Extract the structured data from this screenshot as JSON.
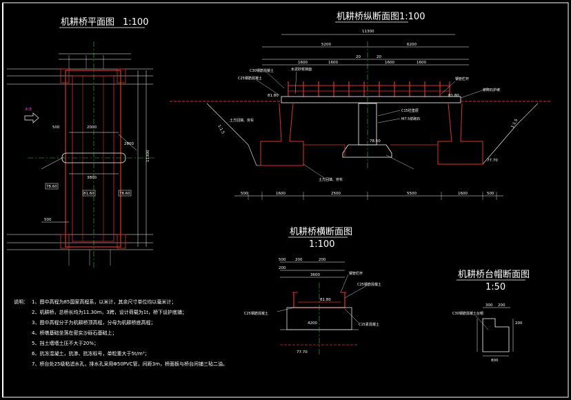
{
  "titles": {
    "plan": "机耕桥平面图",
    "plan_scale": "1:100",
    "longitudinal": "机耕桥纵断面图1:100",
    "cross": "机耕桥横断面图",
    "cross_scale": "1:100",
    "cap": "机耕桥台帽断面图",
    "cap_scale": "1:50"
  },
  "plan": {
    "flow_label": "水流",
    "dims": [
      "500",
      "2000",
      "3800",
      "500",
      "11300",
      "2800"
    ],
    "elevations": [
      "78.60",
      "81.60",
      "78.60"
    ]
  },
  "longitudinal": {
    "dims_top": [
      "11300",
      "5200",
      "6200",
      "1600",
      "1600",
      "1600",
      "1600",
      "20",
      "20"
    ],
    "labels": [
      "C30钢筋混凝土",
      "水泥砂浆抹面",
      "C25钢筋混凝土",
      "钢管栏杆",
      "浆砌石护坡",
      "土方回填、夯实",
      "C15砼垫层",
      "M7.5浆砌石",
      "土方回填、夯实"
    ],
    "elevations": [
      "81.80",
      "81.80",
      "78.50",
      "77.70"
    ],
    "dims_bottom": [
      "500",
      "1600",
      "2500",
      "5500",
      "1600",
      "500"
    ],
    "slope_labels": [
      "1:1.5",
      "1:1.5"
    ]
  },
  "cross": {
    "dims": [
      "500",
      "200",
      "200",
      "200",
      "3600",
      "4200"
    ],
    "labels": [
      "钢管栏杆",
      "C25钢筋混凝土",
      "C25钢筋混凝土",
      "C15素混凝土"
    ],
    "elevations": [
      "81.80",
      "77.70"
    ]
  },
  "cap": {
    "label": "C30钢筋混凝土台帽",
    "dims": [
      "300",
      "200",
      "200",
      "800"
    ]
  },
  "notes": {
    "header": "说明：",
    "items": [
      "1、图中高程为85国家高程系，以米计，其余尺寸单位均以毫米计；",
      "2、机耕桥，总桥长均为11.30m，3跨，设计荷载为1t，桥下设护底铺；",
      "3、图中高程分子为机耕桥顶高程，分母为机耕桥底高程；",
      "4、桥墩基础坐落在密实沙砾石基础上；",
      "5、挡土墙墙土压不大于20%；",
      "6、抗冻混凝土，抗渗、抗冻标号，单粒重大于5t/m³；",
      "7、桥台处25级粘滤水孔，排水孔采用Φ50PVC管，间距3m，桥面板与桥台间铺三毡二油。"
    ]
  }
}
